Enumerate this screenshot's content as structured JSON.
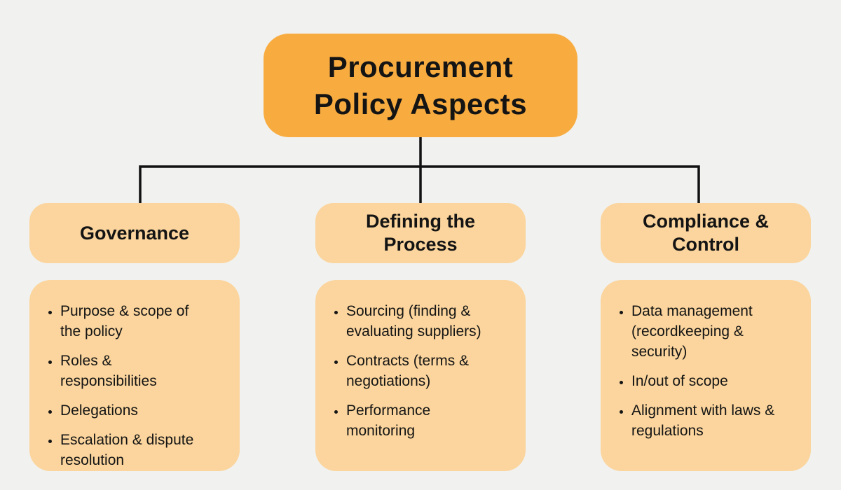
{
  "diagram": {
    "root": {
      "label": "Procurement Policy Aspects"
    },
    "branches": [
      {
        "title": "Governance",
        "items": [
          "Purpose & scope of the policy",
          "Roles & responsibilities",
          "Delegations",
          "Escalation & dispute resolution"
        ]
      },
      {
        "title": "Defining the Process",
        "items": [
          "Sourcing (finding & evaluating suppliers)",
          "Contracts (terms & negotiations)",
          "Performance monitoring"
        ]
      },
      {
        "title": "Compliance & Control",
        "items": [
          "Data management (recordkeeping & security)",
          "In/out of scope",
          "Alignment with laws & regulations"
        ]
      }
    ]
  },
  "colors": {
    "background": "#F1F1EF",
    "root_fill": "#F8AC40",
    "branch_fill": "#FBD59D",
    "text": "#141414",
    "connector": "#111111"
  }
}
